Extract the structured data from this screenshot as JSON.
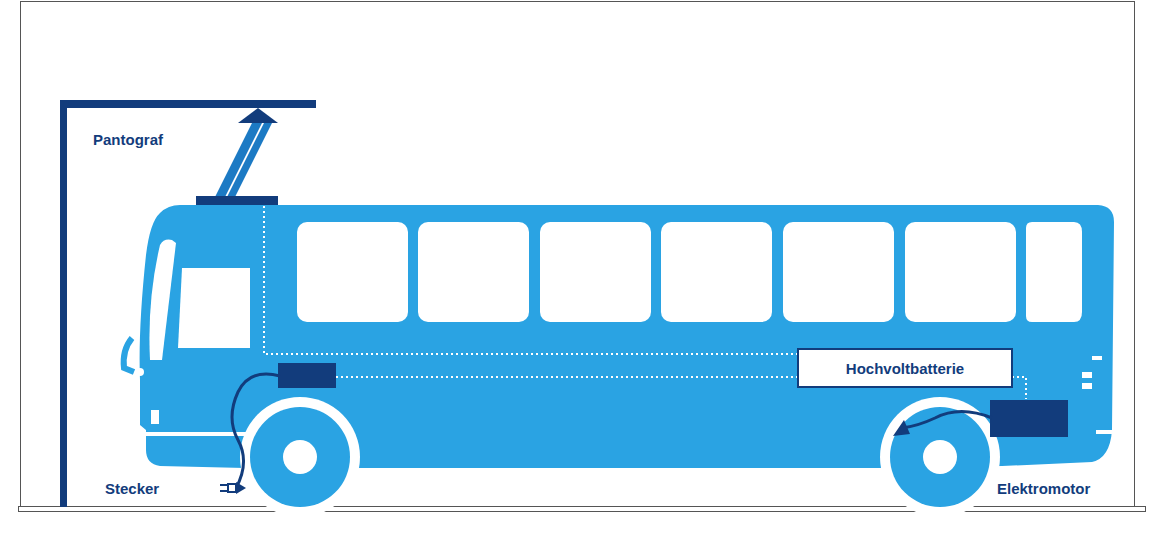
{
  "diagram": {
    "nodes": [
      {
        "text": [
          "Hochvoltbatterie"
        ]
      }
    ],
    "labels": [
      "Pantograf",
      "Stecker",
      "Elektromotor"
    ]
  }
}
